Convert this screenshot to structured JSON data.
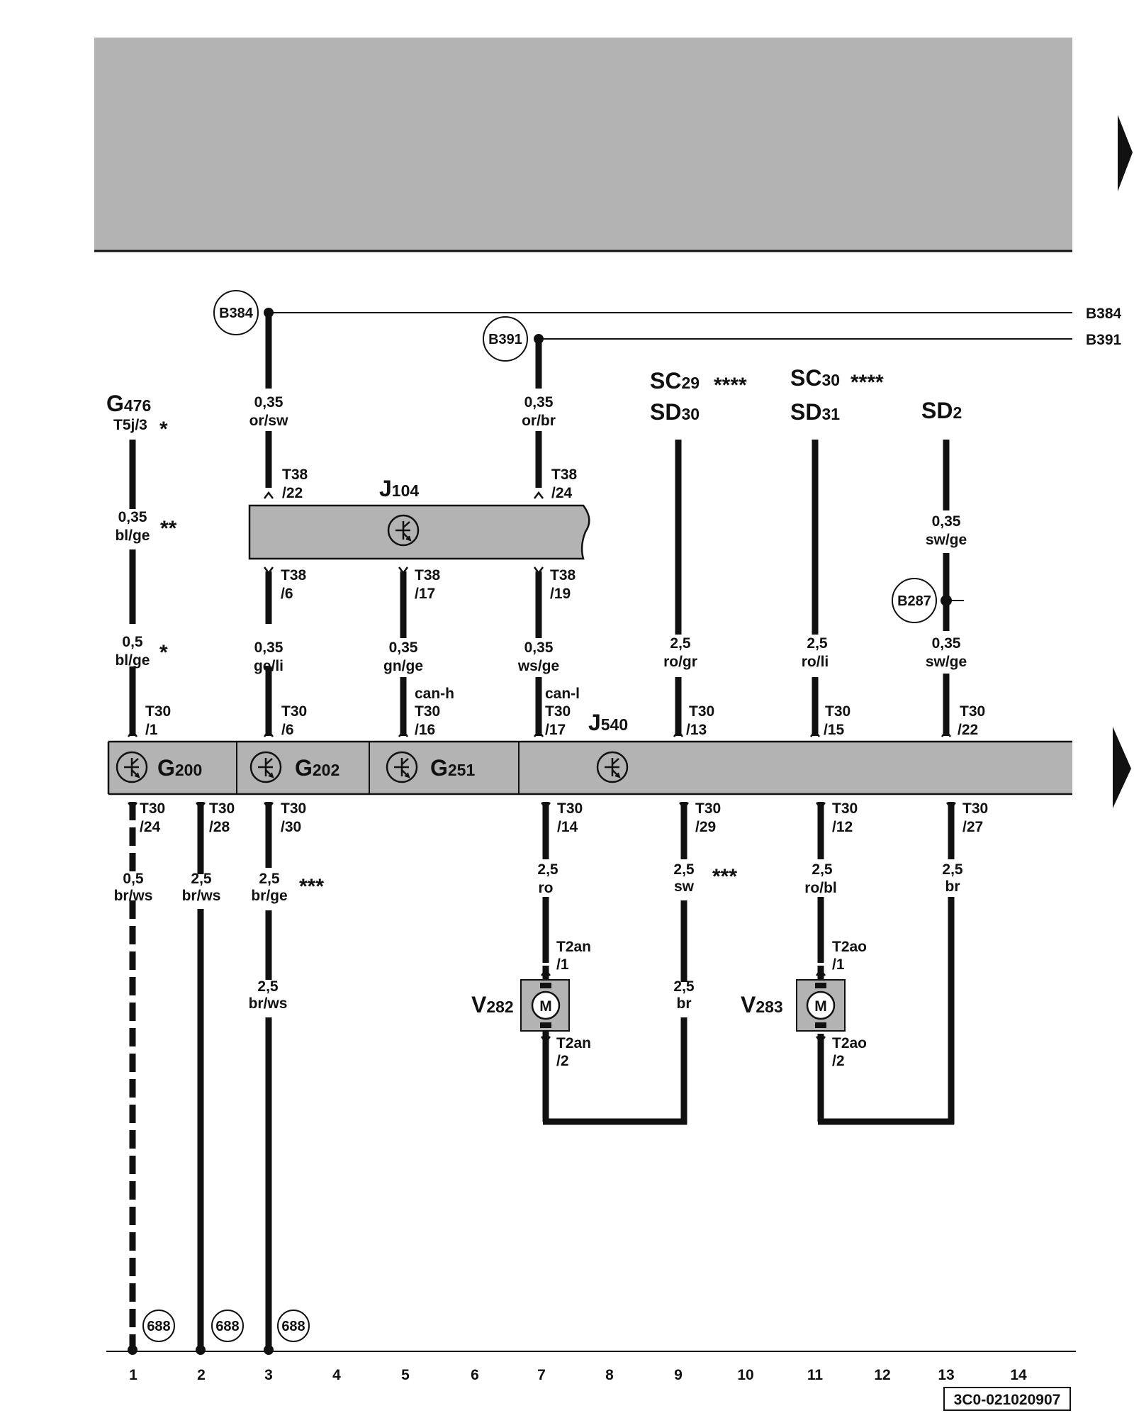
{
  "rails": {
    "b384": "B384",
    "b391": "B391"
  },
  "rail_tags": {
    "b384": "B384",
    "b391": "B391",
    "b287": "B287"
  },
  "headers": {
    "g476": "G",
    "g476_sub": "476",
    "g476_pin": "T5j/3",
    "g476_star": "*",
    "sc29": "SC",
    "sc29_sub": "29",
    "sc29_stars": "****",
    "sd30": "SD",
    "sd30_sub": "30",
    "sc30": "SC",
    "sc30_sub": "30",
    "sc30_stars": "****",
    "sd31": "SD",
    "sd31_sub": "31",
    "sd2": "SD",
    "sd2_sub": "2"
  },
  "components": {
    "j104": "J",
    "j104_sub": "104",
    "j540": "J",
    "j540_sub": "540",
    "g200": "G",
    "g200_sub": "200",
    "g202": "G",
    "g202_sub": "202",
    "g251": "G",
    "g251_sub": "251",
    "v282": "V",
    "v282_sub": "282",
    "v283": "V",
    "v283_sub": "283",
    "motor_symbol": "M"
  },
  "wires": {
    "w1a_size": "0,35",
    "w1a_color": "bl/ge",
    "w1a_star": "**",
    "w1b_size": "0,5",
    "w1b_color": "bl/ge",
    "w1b_star": "*",
    "w1c_size": "0,5",
    "w1c_color": "br/ws",
    "w2_size": "2,5",
    "w2_color": "br/ws",
    "w3a_size": "0,35",
    "w3a_color": "or/sw",
    "w3b_size": "0,35",
    "w3b_color": "ge/li",
    "w3c_size": "2,5",
    "w3c_color": "br/ge",
    "w3c_star": "***",
    "w3d_size": "2,5",
    "w3d_color": "br/ws",
    "w5_size": "0,35",
    "w5_color": "gn/ge",
    "w5_can": "can-h",
    "w7a_size": "0,35",
    "w7a_color": "or/br",
    "w7b_size": "0,35",
    "w7b_color": "ws/ge",
    "w7_can": "can-l",
    "w7c_size": "2,5",
    "w7c_color": "ro",
    "w9a_size": "2,5",
    "w9a_color": "ro/gr",
    "w9b_size": "2,5",
    "w9b_color": "sw",
    "w9b_star": "***",
    "w9c_size": "2,5",
    "w9c_color": "br",
    "w11a_size": "2,5",
    "w11a_color": "ro/li",
    "w11b_size": "2,5",
    "w11b_color": "ro/bl",
    "w13a_size": "0,35",
    "w13a_color": "sw/ge",
    "w13b_size": "0,35",
    "w13b_color": "sw/ge",
    "w13c_size": "2,5",
    "w13c_color": "br"
  },
  "pins": {
    "t38_22_a": "T38",
    "t38_22_b": "/22",
    "t38_24_a": "T38",
    "t38_24_b": "/24",
    "t38_6_a": "T38",
    "t38_6_b": "/6",
    "t38_17_a": "T38",
    "t38_17_b": "/17",
    "t38_19_a": "T38",
    "t38_19_b": "/19",
    "t30_1_a": "T30",
    "t30_1_b": "/1",
    "t30_6_a": "T30",
    "t30_6_b": "/6",
    "t30_16_a": "T30",
    "t30_16_b": "/16",
    "t30_17_a": "T30",
    "t30_17_b": "/17",
    "t30_13_a": "T30",
    "t30_13_b": "/13",
    "t30_15_a": "T30",
    "t30_15_b": "/15",
    "t30_22_a": "T30",
    "t30_22_b": "/22",
    "t30_24_a": "T30",
    "t30_24_b": "/24",
    "t30_28_a": "T30",
    "t30_28_b": "/28",
    "t30_30_a": "T30",
    "t30_30_b": "/30",
    "t30_14_a": "T30",
    "t30_14_b": "/14",
    "t30_29_a": "T30",
    "t30_29_b": "/29",
    "t30_12_a": "T30",
    "t30_12_b": "/12",
    "t30_27_a": "T30",
    "t30_27_b": "/27",
    "t2an1_a": "T2an",
    "t2an1_b": "/1",
    "t2an2_a": "T2an",
    "t2an2_b": "/2",
    "t2ao1_a": "T2ao",
    "t2ao1_b": "/1",
    "t2ao2_a": "T2ao",
    "t2ao2_b": "/2"
  },
  "grounds": {
    "g1": "688",
    "g2": "688",
    "g3": "688"
  },
  "columns": [
    "1",
    "2",
    "3",
    "4",
    "5",
    "6",
    "7",
    "8",
    "9",
    "10",
    "11",
    "12",
    "13",
    "14"
  ],
  "doc_id": "3C0-021020907",
  "colors": {
    "panel": "#b3b3b3",
    "line": "#111111",
    "paper": "#ffffff"
  }
}
